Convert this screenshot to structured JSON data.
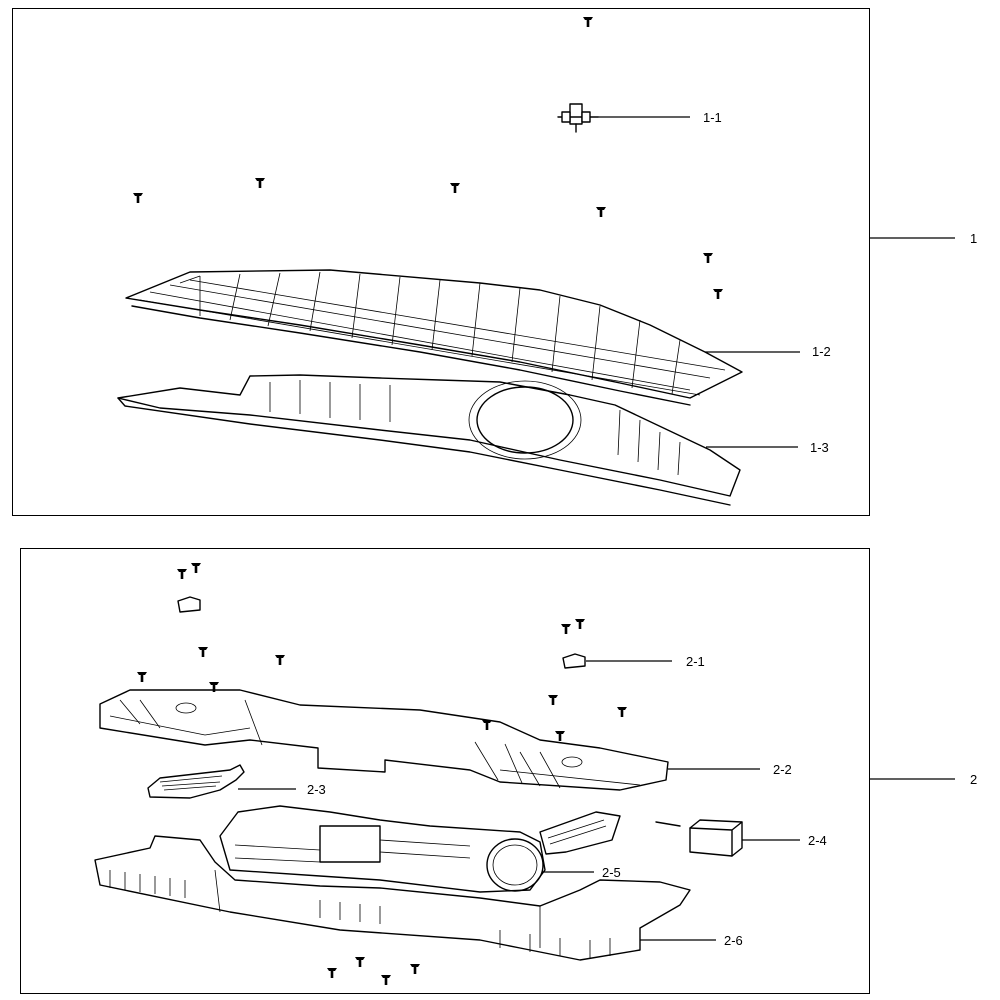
{
  "groups": [
    {
      "id": "1",
      "label": "1",
      "parts": [
        "1-1",
        "1-2",
        "1-3"
      ]
    },
    {
      "id": "2",
      "label": "2",
      "parts": [
        "2-1",
        "2-2",
        "2-3",
        "2-4",
        "2-5",
        "2-6"
      ]
    }
  ],
  "callouts": {
    "p1_1": "1-1",
    "p1_2": "1-2",
    "p1_3": "1-3",
    "p2_1": "2-1",
    "p2_2": "2-2",
    "p2_3": "2-3",
    "p2_4": "2-4",
    "p2_5": "2-5",
    "p2_6": "2-6",
    "group1": "1",
    "group2": "2"
  }
}
